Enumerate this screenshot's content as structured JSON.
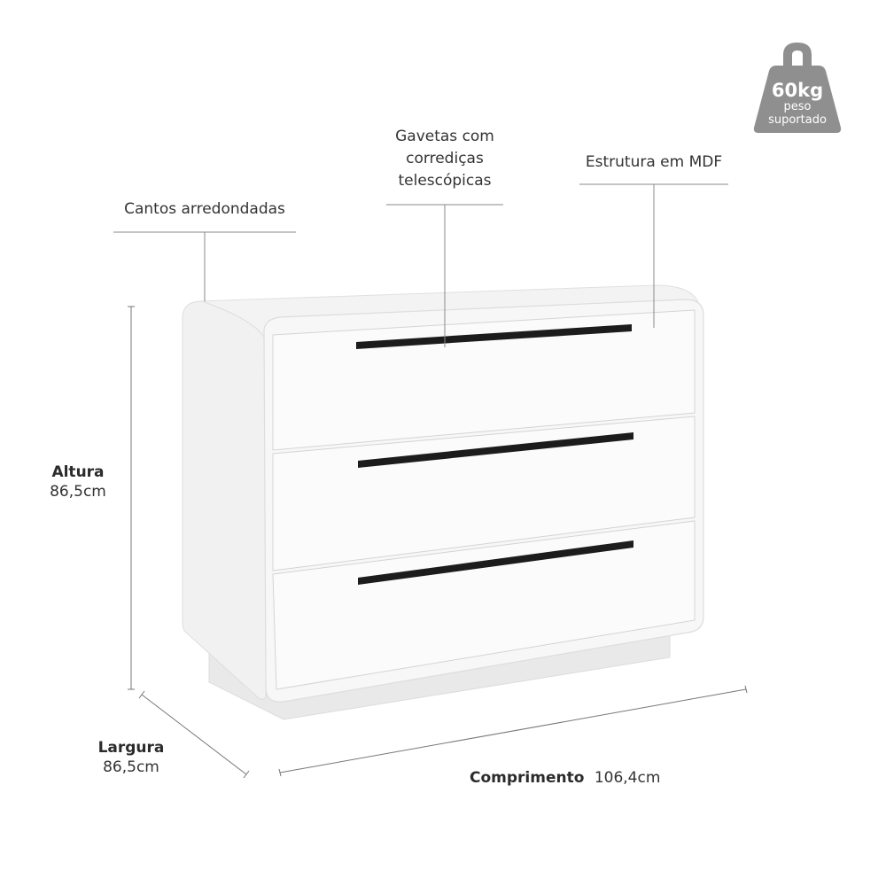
{
  "features": {
    "rounded_corners": "Cantos arredondadas",
    "drawers_line1": "Gavetas com",
    "drawers_line2": "corrediças",
    "drawers_line3": "telescópicas",
    "structure": "Estrutura em MDF"
  },
  "weight": {
    "value": "60kg",
    "line1": "peso",
    "line2": "suportado",
    "icon": "weight-icon"
  },
  "dimensions": {
    "height_label": "Altura",
    "height_value": "86,5cm",
    "width_label": "Largura",
    "width_value": "86,5cm",
    "length_label": "Comprimento",
    "length_value": "106,4cm"
  },
  "product": {
    "name": "3-drawer dresser",
    "color": "#f4f4f4",
    "handle_color": "#1c1c1c",
    "drawer_count": 3
  }
}
